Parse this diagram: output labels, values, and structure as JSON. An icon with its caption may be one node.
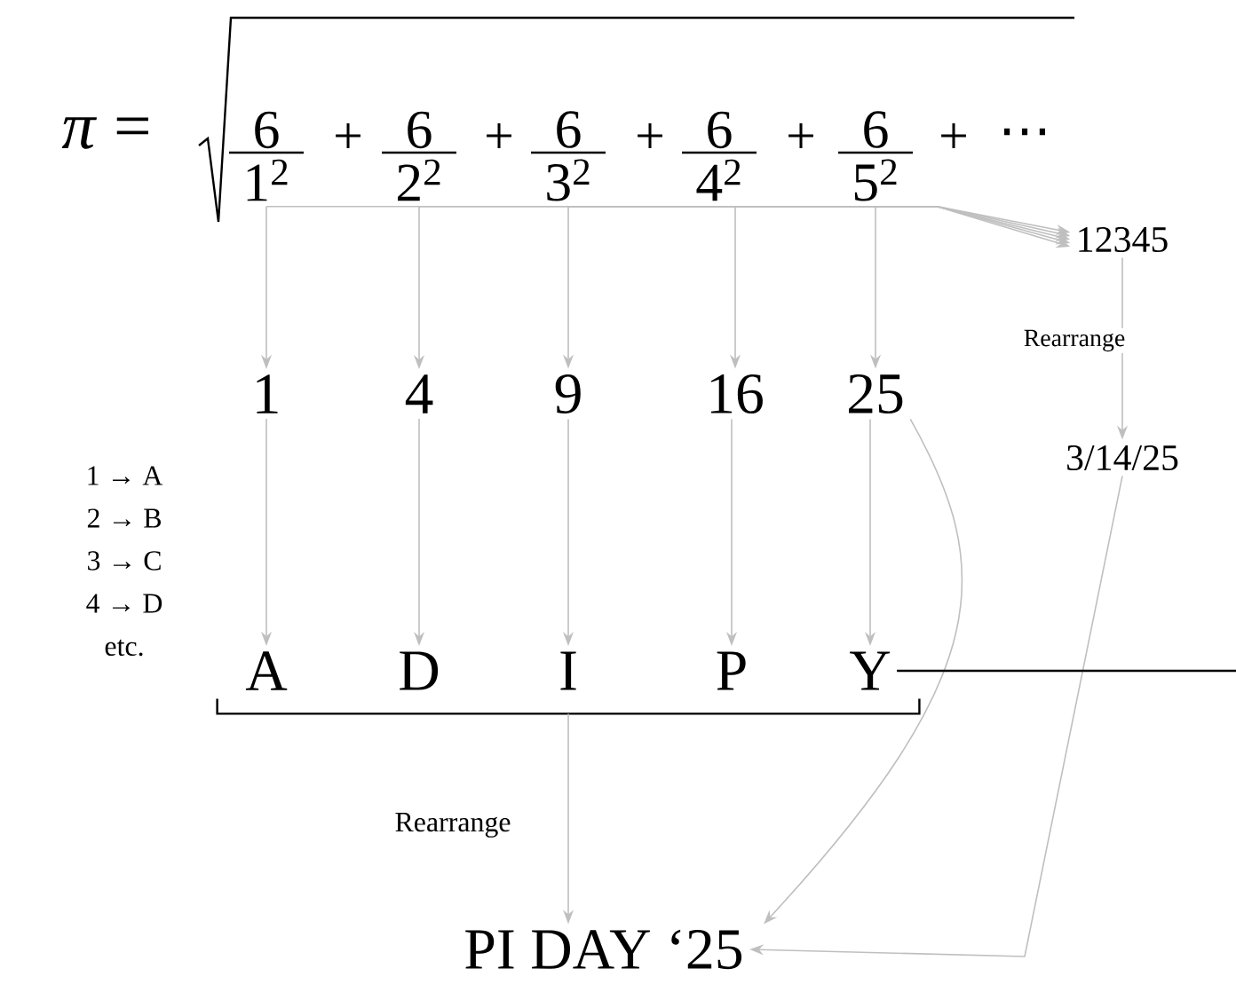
{
  "diagram": {
    "nodes": [
      {
        "text": [
          "6",
          "1$^{2}$"
        ]
      },
      {
        "text": [
          "6",
          "2$^{2}$"
        ]
      },
      {
        "text": [
          "6",
          "3$^{2}$"
        ]
      },
      {
        "text": [
          "6",
          "4$^{2}$"
        ]
      },
      {
        "text": [
          "6",
          "5$^{2}$"
        ]
      },
      {
        "text": [
          "12345"
        ]
      },
      {
        "text": [
          "1"
        ]
      },
      {
        "text": [
          "4"
        ]
      },
      {
        "text": [
          "9"
        ]
      },
      {
        "text": [
          "16"
        ]
      },
      {
        "text": [
          "25"
        ]
      },
      {
        "text": [
          "3/14/25"
        ]
      },
      {
        "text": [
          "A"
        ]
      },
      {
        "text": [
          "D"
        ]
      },
      {
        "text": [
          "I"
        ]
      },
      {
        "text": [
          "P"
        ]
      },
      {
        "text": [
          "Y"
        ]
      },
      {
        "text": [],
        "shape": "bracket"
      },
      {
        "text": [
          "PI DAY ‘25"
        ]
      }
    ],
    "edges": [
      {
        "from": 0,
        "to": 5,
        "arrow": "to"
      },
      {
        "from": 1,
        "to": 5,
        "arrow": "to"
      },
      {
        "from": 2,
        "to": 5,
        "arrow": "to"
      },
      {
        "from": 3,
        "to": 5,
        "arrow": "to"
      },
      {
        "from": 4,
        "to": 5,
        "arrow": "to"
      },
      {
        "from": 0,
        "to": 6,
        "arrow": "to"
      },
      {
        "from": 1,
        "to": 7,
        "arrow": "to"
      },
      {
        "from": 2,
        "to": 8,
        "arrow": "to"
      },
      {
        "from": 3,
        "to": 9,
        "arrow": "to"
      },
      {
        "from": 4,
        "to": 10,
        "arrow": "to"
      },
      {
        "from": 5,
        "to": 11,
        "arrow": "to",
        "label": "Rearrange"
      },
      {
        "from": 6,
        "to": 12,
        "arrow": "to"
      },
      {
        "from": 7,
        "to": 13,
        "arrow": "to"
      },
      {
        "from": 8,
        "to": 14,
        "arrow": "to"
      },
      {
        "from": 9,
        "to": 15,
        "arrow": "to"
      },
      {
        "from": 10,
        "to": 16,
        "arrow": "to"
      },
      {
        "from": 10,
        "to": 18,
        "arrow": "to"
      },
      {
        "from": 11,
        "to": 18,
        "arrow": "to"
      },
      {
        "from": 17,
        "to": 18,
        "arrow": "to",
        "label": "Rearrange"
      },
      {
        "from": 16,
        "to": null,
        "arrow": "none",
        "color": "#000000"
      }
    ],
    "labels": [
      "*π* =",
      "+",
      "+",
      "+",
      "+",
      "+",
      "⋯",
      "1 → A",
      "2 → B",
      "3 → C",
      "4 → D",
      "etc."
    ]
  }
}
